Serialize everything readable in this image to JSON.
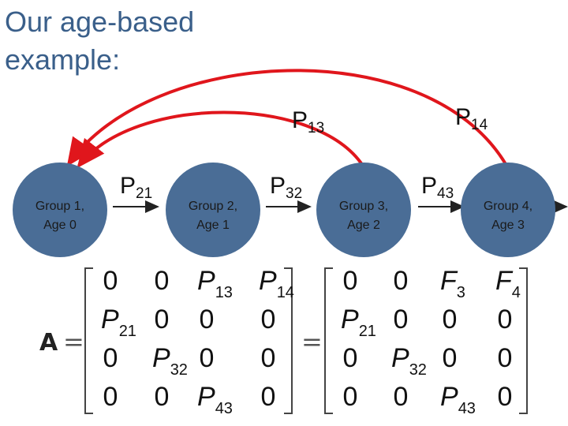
{
  "title": {
    "line1": "Our age-based",
    "line2": "example:"
  },
  "colors": {
    "node": "#4a6d96",
    "arrow": "#e0161c",
    "title": "#3a5f8a"
  },
  "nodes": [
    {
      "line1": "Group 1,",
      "line2": "Age 0"
    },
    {
      "line1": "Group 2,",
      "line2": "Age 1"
    },
    {
      "line1": "Group 3,",
      "line2": "Age 2"
    },
    {
      "line1": "Group 4,",
      "line2": "Age 3"
    }
  ],
  "transitions": {
    "p21": {
      "base": "P",
      "sub": "21"
    },
    "p32": {
      "base": "P",
      "sub": "32"
    },
    "p43": {
      "base": "P",
      "sub": "43"
    },
    "p13": {
      "base": "P",
      "sub": "13"
    },
    "p14": {
      "base": "P",
      "sub": "14"
    }
  },
  "equation": {
    "lhs": "A",
    "equals": "=",
    "matrix_a": [
      [
        [
          "0",
          ""
        ],
        [
          "0",
          ""
        ],
        [
          "P",
          "13"
        ],
        [
          "P",
          "14"
        ]
      ],
      [
        [
          "P",
          "21"
        ],
        [
          "0",
          ""
        ],
        [
          "0",
          ""
        ],
        [
          "0",
          ""
        ]
      ],
      [
        [
          "0",
          ""
        ],
        [
          "P",
          "32"
        ],
        [
          "0",
          ""
        ],
        [
          "0",
          ""
        ]
      ],
      [
        [
          "0",
          ""
        ],
        [
          "0",
          ""
        ],
        [
          "P",
          "43"
        ],
        [
          "0",
          ""
        ]
      ]
    ],
    "matrix_b": [
      [
        [
          "0",
          ""
        ],
        [
          "0",
          ""
        ],
        [
          "F",
          "3"
        ],
        [
          "F",
          "4"
        ]
      ],
      [
        [
          "P",
          "21"
        ],
        [
          "0",
          ""
        ],
        [
          "0",
          ""
        ],
        [
          "0",
          ""
        ]
      ],
      [
        [
          "0",
          ""
        ],
        [
          "P",
          "32"
        ],
        [
          "0",
          ""
        ],
        [
          "0",
          ""
        ]
      ],
      [
        [
          "0",
          ""
        ],
        [
          "0",
          ""
        ],
        [
          "P",
          "43"
        ],
        [
          "0",
          ""
        ]
      ]
    ]
  }
}
